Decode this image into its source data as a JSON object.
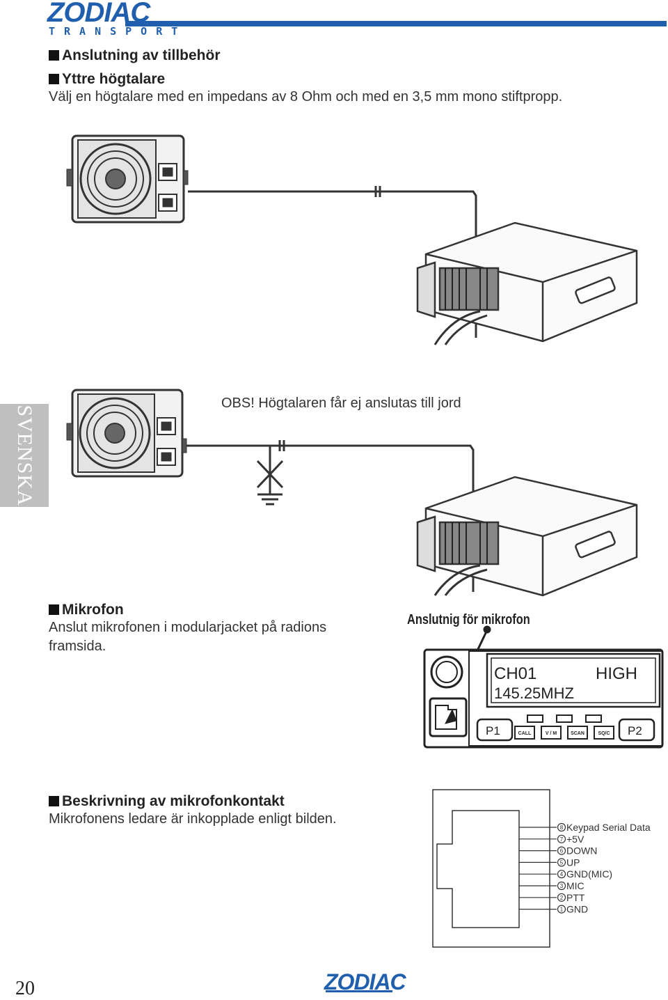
{
  "header": {
    "logo_text": "ZODIAC",
    "logo_subtext": "TRANSPORT",
    "brand_color": "#1f5fae"
  },
  "sections": {
    "accessory_title": "Anslutning av tillbehör",
    "speaker_title": "Yttre högtalare",
    "speaker_text": "Välj en högtalare med en impedans av 8 Ohm och med en 3,5 mm mono stiftpropp.",
    "speaker_note": "OBS! Högtalaren får ej anslutas till jord",
    "mic_title": "Mikrofon",
    "mic_text": "Anslut mikrofonen i modularjacket på radions framsida.",
    "mic_caption": "Anslutnig för mikrofon",
    "pin_title": "Beskrivning av mikrofonkontakt",
    "pin_text": "Mikrofonens ledare är inkopplade enligt bilden."
  },
  "side_tab": "SVENSKA",
  "radio_display": {
    "channel": "CH01",
    "power": "HIGH",
    "frequency": "145.25MHZ",
    "p1": "P1",
    "p2": "P2",
    "buttons": [
      "CALL",
      "V / M",
      "SCAN",
      "SQ/C"
    ]
  },
  "pins": [
    {
      "num": "8",
      "label": "Keypad Serial Data"
    },
    {
      "num": "7",
      "label": "+5V"
    },
    {
      "num": "6",
      "label": "DOWN"
    },
    {
      "num": "5",
      "label": "UP"
    },
    {
      "num": "4",
      "label": "GND(MIC)"
    },
    {
      "num": "3",
      "label": "MIC"
    },
    {
      "num": "2",
      "label": "PTT"
    },
    {
      "num": "1",
      "label": "GND"
    }
  ],
  "footer": {
    "page_number": "20",
    "logo_text": "ZODIAC"
  }
}
